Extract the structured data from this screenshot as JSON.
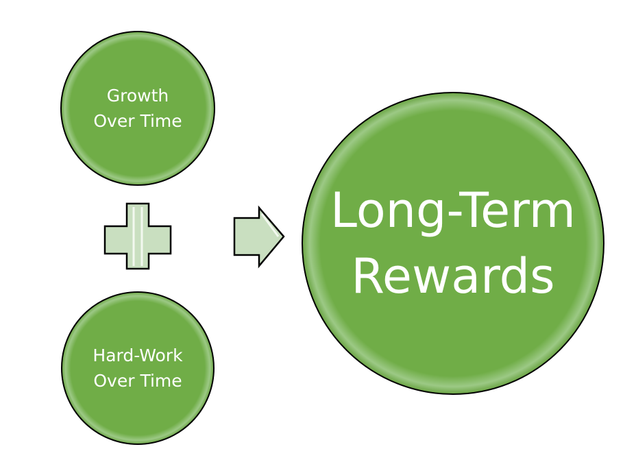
{
  "nodes": {
    "growth": "Growth Over Time",
    "hardwork": "Hard-Work Over Time",
    "rewards": "Long-Term Rewards"
  },
  "operators": {
    "plus": "plus-icon",
    "arrow": "arrow-right-icon"
  },
  "colors": {
    "circle": "#70ad47",
    "operator": "#c9dfc0",
    "outline": "#000000"
  }
}
